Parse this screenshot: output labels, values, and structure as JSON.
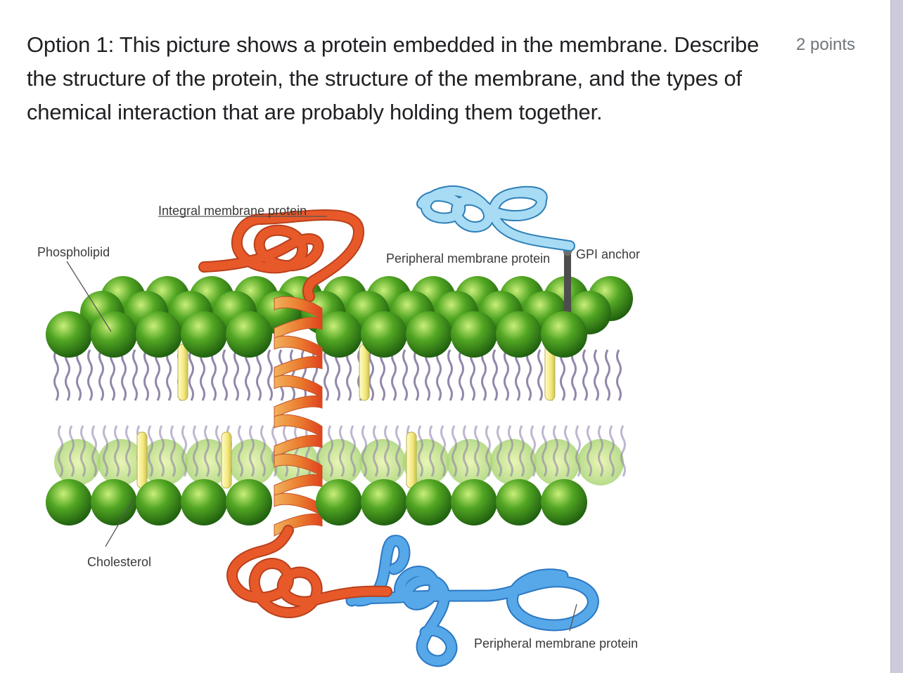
{
  "question": {
    "text": "Option 1: This picture shows a protein embedded in the membrane. Describe the structure of the protein, the structure of the membrane, and the types of chemical interaction that are probably holding them together.",
    "points": "2 points"
  },
  "figure": {
    "labels": {
      "integral": "Integral membrane protein",
      "phospholipid": "Phospholipid",
      "peripheral_top": "Peripheral membrane protein",
      "gpi": "GPI anchor",
      "cholesterol": "Cholesterol",
      "peripheral_bottom": "Peripheral membrane protein"
    }
  },
  "colors": {
    "head_green": "#3f9a1c",
    "protein_orange": "#e8592a",
    "protein_blue": "#4a9fe0",
    "protein_light_blue": "#9fd8f2",
    "cholesterol": "#f7ef8e",
    "tail": "#6f5f8f"
  }
}
